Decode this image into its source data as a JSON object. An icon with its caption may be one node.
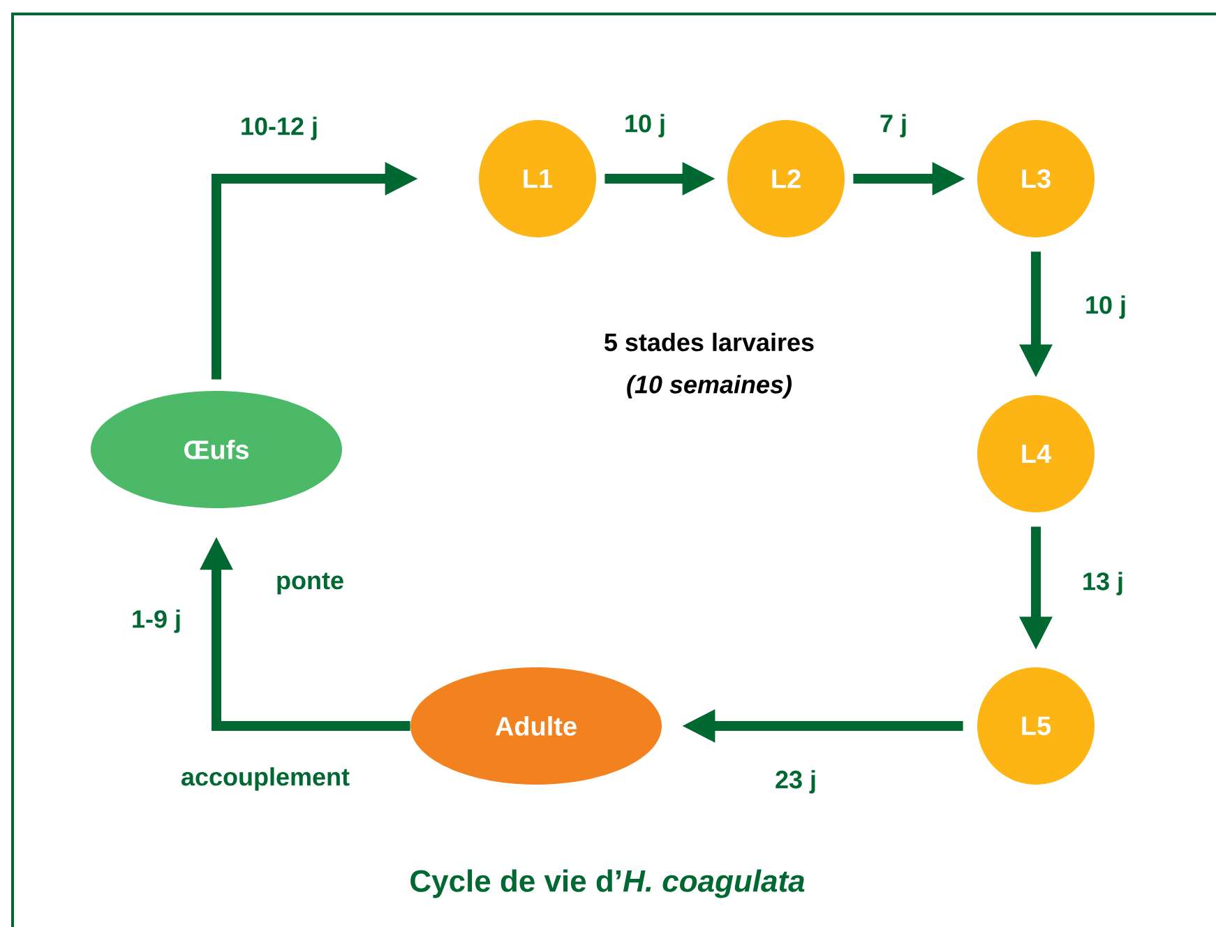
{
  "diagram": {
    "caption": "Cycle de vie d’*H. coagulata*",
    "nodes": [
      {
        "text": [
          "Œufs"
        ]
      },
      {
        "text": [
          "L1"
        ]
      },
      {
        "text": [
          "L2"
        ]
      },
      {
        "text": [
          "L3"
        ]
      },
      {
        "text": [
          "L4"
        ]
      },
      {
        "text": [
          "L5"
        ]
      },
      {
        "text": [
          "Adulte"
        ]
      }
    ],
    "edges": [
      {
        "from": 0,
        "to": 1,
        "arrow": "to",
        "label": "10-12 j"
      },
      {
        "from": 1,
        "to": 2,
        "arrow": "to",
        "label": "10 j"
      },
      {
        "from": 2,
        "to": 3,
        "arrow": "to",
        "label": "7 j"
      },
      {
        "from": 3,
        "to": 4,
        "arrow": "to",
        "label": "10 j"
      },
      {
        "from": 4,
        "to": 5,
        "arrow": "to",
        "label": "13 j"
      },
      {
        "from": 5,
        "to": 6,
        "arrow": "to",
        "label": "23 j"
      },
      {
        "from": 6,
        "to": 0,
        "arrow": "to",
        "label": "1-9 j"
      }
    ],
    "labels": [
      "5 stades larvaires",
      "(10 semaines)",
      "ponte",
      "accouplement"
    ]
  }
}
